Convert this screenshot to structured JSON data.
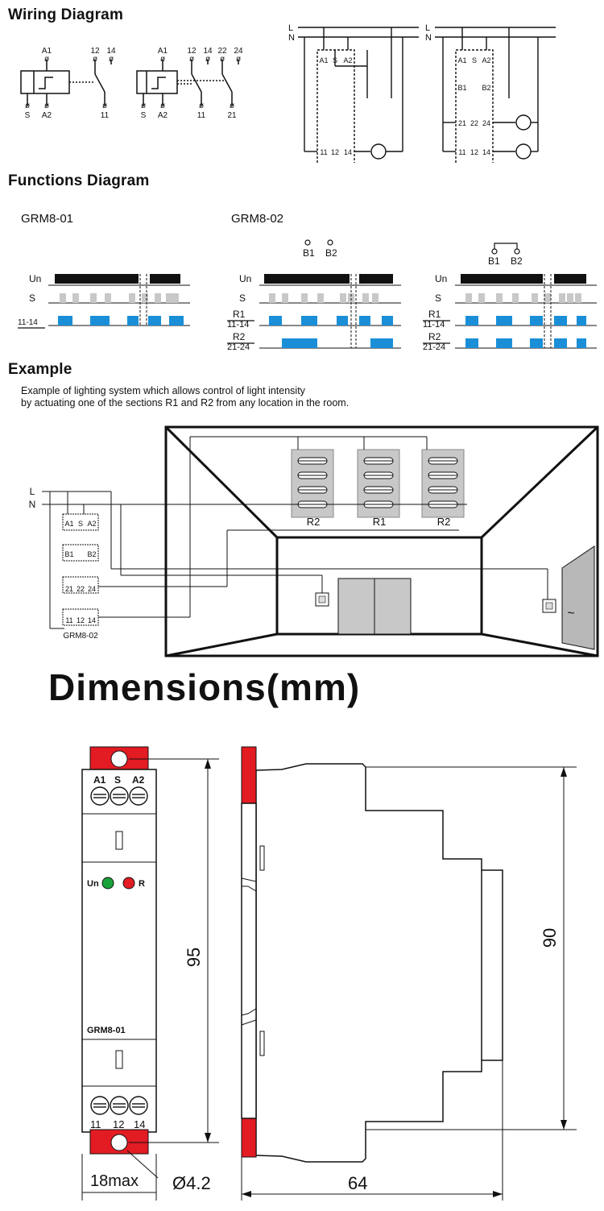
{
  "sections": {
    "wiring_title": "Wiring Diagram",
    "functions_title": "Functions Diagram",
    "example_title": "Example",
    "example_desc_1": "Example of lighting system which allows control of light intensity",
    "example_desc_2": "by actuating one of the sections R1 and R2 from any location in the room.",
    "dimensions_title": "Dimensions(mm)"
  },
  "wiring": {
    "terminals": {
      "a1": "A1",
      "a2": "A2",
      "s": "S",
      "t11": "11",
      "t12": "12",
      "t14": "14",
      "t21": "21",
      "t22": "22",
      "t24": "24",
      "b1": "B1",
      "b2": "B2"
    },
    "lines": {
      "L": "L",
      "N": "N"
    }
  },
  "functions": {
    "model_01": "GRM8-01",
    "model_02": "GRM8-02",
    "un": "Un",
    "s": "S",
    "out_1114": "11-14",
    "r1": "R1",
    "r1_out": "11-14",
    "r2": "R2",
    "r2_out": "21-24",
    "b1": "B1",
    "b2": "B2"
  },
  "example": {
    "l": "L",
    "n": "N",
    "model": "GRM8-02",
    "group_left": "R2",
    "group_mid": "R1",
    "group_right": "R2",
    "tilde": "~"
  },
  "dimensions": {
    "device_label": "GRM8-01",
    "led_un": "Un",
    "led_r": "R",
    "height": "95",
    "depth_height": "90",
    "width": "18max",
    "hole": "Ø4.2",
    "depth": "64",
    "top_terms": {
      "a1": "A1",
      "s": "S",
      "a2": "A2"
    },
    "bot_terms": {
      "t11": "11",
      "t12": "12",
      "t14": "14"
    }
  },
  "colors": {
    "blue": "#1a8fd8",
    "red": "#e31b23",
    "green": "#1aa23a",
    "gray": "#c8c8c8"
  }
}
